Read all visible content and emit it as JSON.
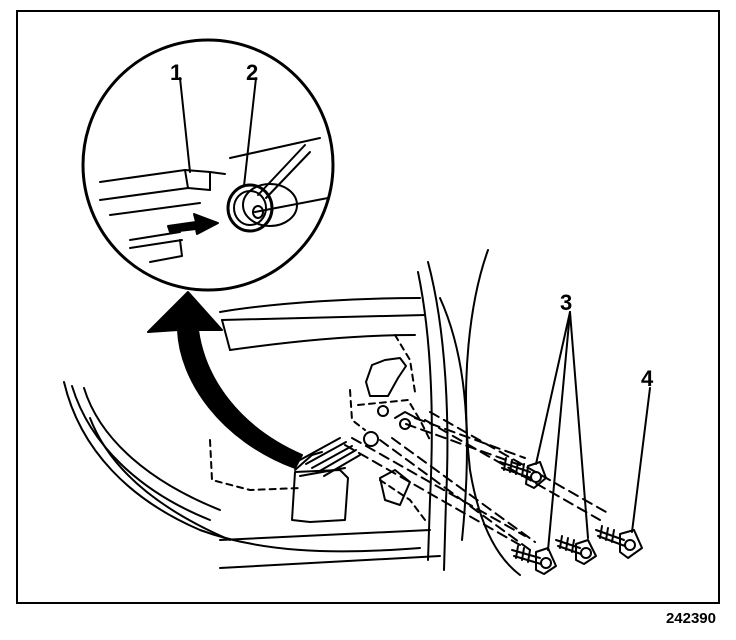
{
  "callouts": [
    "1",
    "2",
    "3",
    "4"
  ],
  "figure_id": "242390",
  "colors": {
    "ink": "#000000",
    "paper": "#ffffff"
  }
}
